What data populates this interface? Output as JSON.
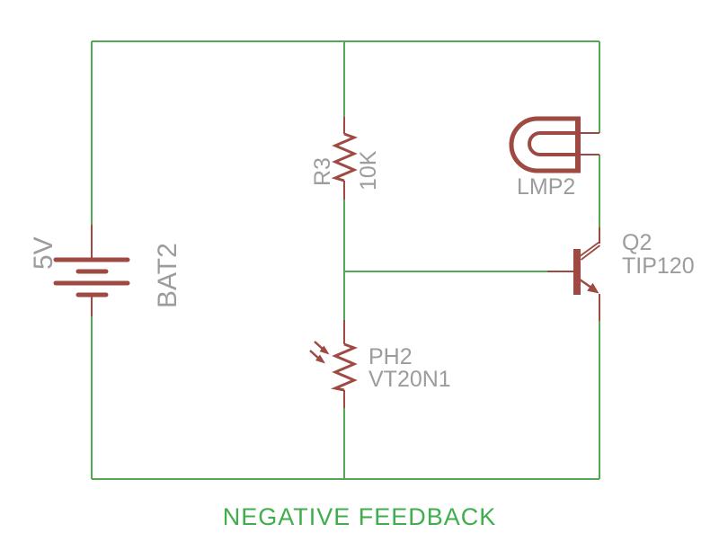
{
  "title": {
    "text": "NEGATIVE FEEDBACK"
  },
  "colors": {
    "background": "#ffffff",
    "wire_green": "#54a854",
    "symbol_red": "#9e4a42",
    "label_gray": "#9c9c9c",
    "title_green": "#3fae4c"
  },
  "components": {
    "battery": {
      "name": "BAT2",
      "value": "5V",
      "type": "battery"
    },
    "resistor": {
      "name": "R3",
      "value": "10K",
      "type": "resistor"
    },
    "photoresistor": {
      "name": "PH2",
      "value": "VT20N1",
      "type": "photoresistor"
    },
    "lamp": {
      "name": "LMP2",
      "type": "lamp"
    },
    "transistor": {
      "name": "Q2",
      "value": "TIP120",
      "type": "npn-transistor"
    }
  }
}
